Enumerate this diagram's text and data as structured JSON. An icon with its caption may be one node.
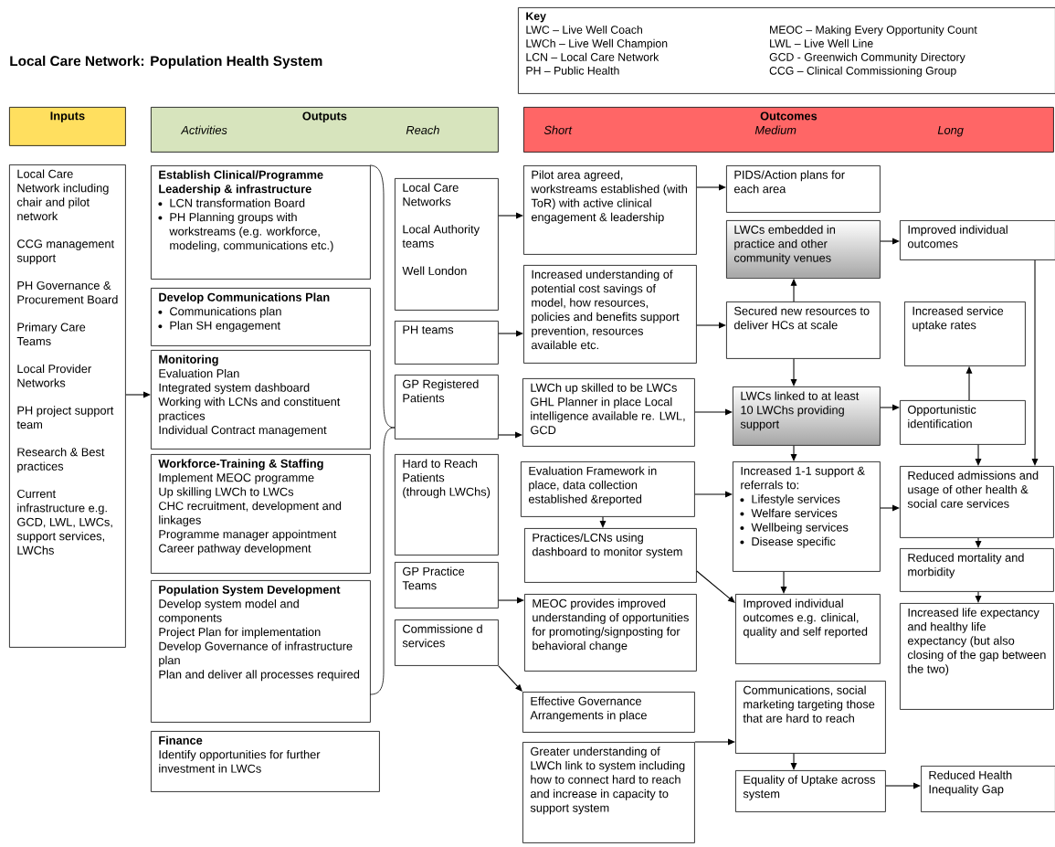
{
  "diagram": {
    "title": "Local Care Network: Population Health System",
    "nodes": [
      {
        "text": [
          "Key",
          "LWC – Live Well Coach",
          "MEOC – Making Every Opportunity Count",
          "LWCh – Live Well Champion",
          "LWL – Live Well Line",
          "LCN – Local Care Network",
          "GCD  - Greenwich Community Directory",
          "PH – Public Health",
          "CCG – Clinical Commissioning Group"
        ]
      },
      {
        "text": [
          "Inputs"
        ]
      },
      {
        "text": [
          "Outputs",
          "Activities",
          "Reach"
        ]
      },
      {
        "text": [
          "Outcomes",
          "Short",
          "Medium",
          "Long"
        ]
      },
      {
        "text": [
          "Local Care Network including chair and pilot network",
          "CCG management support",
          "PH Governance & Procurement Board",
          "Primary Care Teams",
          "Local Provider Networks",
          "PH project support team",
          "Research & Best practices",
          "Current infrastructure e.g. GCD, LWL, LWCs, support services, LWChs"
        ]
      },
      {
        "text": [
          "Establish Clinical/Programme Leadership & infrastructure",
          "LCN transformation Board",
          "PH Planning groups with workstreams (e.g. workforce, modeling, communications etc.)"
        ]
      },
      {
        "text": [
          "Develop Communications Plan",
          "Communications plan",
          "Plan SH engagement"
        ]
      },
      {
        "text": [
          "Monitoring",
          "Evaluation Plan",
          "Integrated system dashboard",
          "Working with LCNs and constituent practices",
          "Individual Contract management"
        ]
      },
      {
        "text": [
          "Workforce-Training & Staffing",
          "Implement MEOC programme",
          "Up skilling LWCh to LWCs",
          "CHC recruitment, development and linkages",
          "Programme manager appointment",
          "Career pathway development"
        ]
      },
      {
        "text": [
          "Population System Development",
          "Develop system model and components",
          "Project Plan for implementation",
          "Develop Governance of infrastructure plan",
          "Plan and deliver all processes required"
        ]
      },
      {
        "text": [
          "Finance",
          "Identify opportunities for further investment in LWCs"
        ]
      },
      {
        "text": [
          "Local Care Networks",
          "Local Authority teams",
          "Well London"
        ]
      },
      {
        "text": [
          "PH teams"
        ]
      },
      {
        "text": [
          "GP Registered Patients"
        ]
      },
      {
        "text": [
          "Hard to Reach Patients (through LWChs)"
        ]
      },
      {
        "text": [
          "GP Practice Teams"
        ]
      },
      {
        "text": [
          "Commissione d services"
        ]
      },
      {
        "text": [
          "Pilot area agreed, workstreams established (with ToR) with active clinical engagement & leadership"
        ]
      },
      {
        "text": [
          "Increased understanding of potential cost savings of model, how resources, policies and benefits support prevention, resources available etc."
        ]
      },
      {
        "text": [
          "LWCh  up skilled to be LWCs GHL Planner in place Local intelligence available re. LWL, GCD"
        ]
      },
      {
        "text": [
          "Evaluation Framework in place, data collection established &reported"
        ]
      },
      {
        "text": [
          "Practices/LCNs using dashboard to monitor system"
        ]
      },
      {
        "text": [
          "MEOC provides improved understanding of opportunities for promoting/signposting for behavioral change"
        ]
      },
      {
        "text": [
          "Effective Governance Arrangements in place"
        ]
      },
      {
        "text": [
          "Greater understanding of LWCh  link to system including how to connect hard to reach and increase in capacity to support system"
        ]
      },
      {
        "text": [
          "PIDS/Action plans for each area"
        ]
      },
      {
        "text": [
          "LWCs embedded in practice and other community venues"
        ]
      },
      {
        "text": [
          "Secured new resources to deliver HCs at scale"
        ]
      },
      {
        "text": [
          "LWCs  linked to at least 10 LWChs providing support"
        ]
      },
      {
        "text": [
          "Increased 1-1 support & referrals to:",
          "Lifestyle services",
          "Welfare services",
          "Wellbeing services",
          "Disease specific"
        ]
      },
      {
        "text": [
          "Improved individual outcomes e.g. clinical, quality and self reported"
        ]
      },
      {
        "text": [
          "Communications, social marketing targeting those that are hard to reach"
        ]
      },
      {
        "text": [
          "Equality of Uptake across system"
        ]
      },
      {
        "text": [
          "Improved individual outcomes"
        ]
      },
      {
        "text": [
          "Increased service uptake rates"
        ]
      },
      {
        "text": [
          "Opportunistic identification"
        ]
      },
      {
        "text": [
          "Reduced admissions and usage of other health & social care services"
        ]
      },
      {
        "text": [
          "Reduced mortality and morbidity"
        ]
      },
      {
        "text": [
          "Increased life expectancy and healthy life expectancy (but also closing of the gap between the two)"
        ]
      },
      {
        "text": [
          "Reduced Health Inequality Gap"
        ]
      }
    ],
    "edges": [
      {
        "from": 4,
        "to": 7,
        "arrow": "to"
      },
      {
        "from": 11,
        "to": 17,
        "arrow": "to"
      },
      {
        "from": 12,
        "to": 18,
        "arrow": "to"
      },
      {
        "from": 13,
        "to": 19,
        "arrow": "to"
      },
      {
        "from": 15,
        "to": 22,
        "arrow": "to"
      },
      {
        "from": 16,
        "to": 23,
        "arrow": "to"
      },
      {
        "from": 17,
        "to": 25,
        "arrow": "to"
      },
      {
        "from": 18,
        "to": 27,
        "arrow": "to"
      },
      {
        "from": 19,
        "to": 28,
        "arrow": "to"
      },
      {
        "from": 20,
        "to": 29,
        "arrow": "to"
      },
      {
        "from": 20,
        "to": 21,
        "arrow": "to"
      },
      {
        "from": 21,
        "to": 30,
        "arrow": "to"
      },
      {
        "from": 24,
        "to": 31,
        "arrow": "to"
      },
      {
        "from": 27,
        "to": 26,
        "arrow": "to"
      },
      {
        "from": 27,
        "to": 28,
        "arrow": "to"
      },
      {
        "from": 28,
        "to": 29,
        "arrow": "to"
      },
      {
        "from": 28,
        "to": 35,
        "arrow": "to"
      },
      {
        "from": 35,
        "to": 34,
        "arrow": "to"
      },
      {
        "from": 35,
        "to": 36,
        "arrow": "to"
      },
      {
        "from": 26,
        "to": 33,
        "arrow": "to"
      },
      {
        "from": 33,
        "to": 36,
        "arrow": "to"
      },
      {
        "from": 29,
        "to": 36,
        "arrow": "to"
      },
      {
        "from": 36,
        "to": 37,
        "arrow": "to"
      },
      {
        "from": 37,
        "to": 38,
        "arrow": "to"
      },
      {
        "from": 29,
        "to": 30,
        "arrow": "to"
      },
      {
        "from": 31,
        "to": 32,
        "arrow": "to"
      },
      {
        "from": 32,
        "to": 39,
        "arrow": "to"
      }
    ]
  }
}
